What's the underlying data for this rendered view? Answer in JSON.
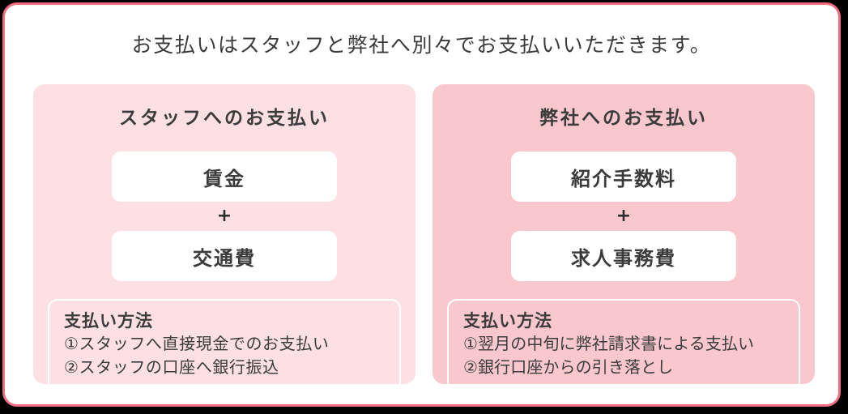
{
  "headline": "お支払いはスタッフと弊社へ別々でお支払いいただきます。",
  "colors": {
    "outer_border": "#f26b80",
    "card_background": "#ffffff",
    "staff_panel_background": "#fce0e4",
    "company_panel_background": "#f8c8ce",
    "item_box_background": "#ffffff",
    "text": "#3b3b3b",
    "method_box_border": "#ffffff"
  },
  "panels": [
    {
      "id": "staff",
      "title": "スタッフへのお支払い",
      "items": [
        {
          "label": "賃金"
        },
        {
          "label": "交通費"
        }
      ],
      "separator": "+",
      "method": {
        "title": "支払い方法",
        "lines": [
          "①スタッフへ直接現金でのお支払い",
          "②スタッフの口座へ銀行振込"
        ]
      }
    },
    {
      "id": "company",
      "title": "弊社へのお支払い",
      "items": [
        {
          "label": "紹介手数料"
        },
        {
          "label": "求人事務費"
        }
      ],
      "separator": "+",
      "method": {
        "title": "支払い方法",
        "lines": [
          "①翌月の中旬に弊社請求書による支払い",
          "②銀行口座からの引き落とし"
        ]
      }
    }
  ]
}
